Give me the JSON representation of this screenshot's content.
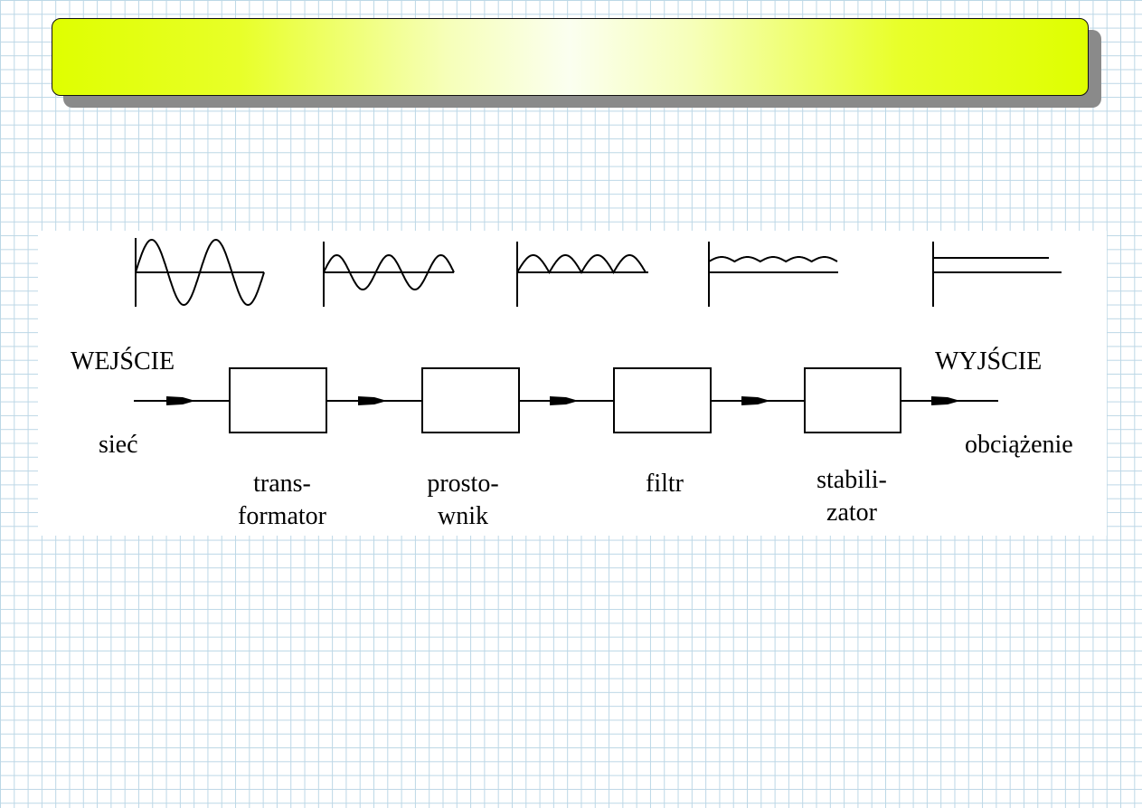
{
  "title": "",
  "diagram": {
    "input_label": "WEJŚCIE",
    "input_sublabel": "sieć",
    "output_label": "WYJŚCIE",
    "output_sublabel": "obciążenie",
    "blocks": [
      {
        "line1": "trans-",
        "line2": "formator"
      },
      {
        "line1": "prosto-",
        "line2": "wnik"
      },
      {
        "line1": "filtr",
        "line2": ""
      },
      {
        "line1": "stabili-",
        "line2": "zator"
      }
    ]
  },
  "colors": {
    "banner_edge": "#dfff00",
    "banner_center": "#fbfff0",
    "grid": "#bcd7e6"
  }
}
